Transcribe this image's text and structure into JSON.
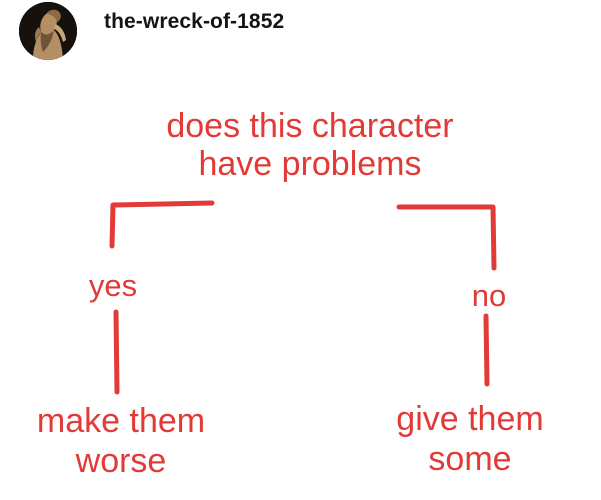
{
  "post": {
    "username": "the-wreck-of-1852"
  },
  "flowchart": {
    "question": "does this character have problems",
    "yes": "yes",
    "no": "no",
    "yes_result": "make them worse",
    "no_result": "give them some",
    "ink_color": "#e23a36"
  },
  "icons": {
    "avatar": "statue-avatar"
  }
}
